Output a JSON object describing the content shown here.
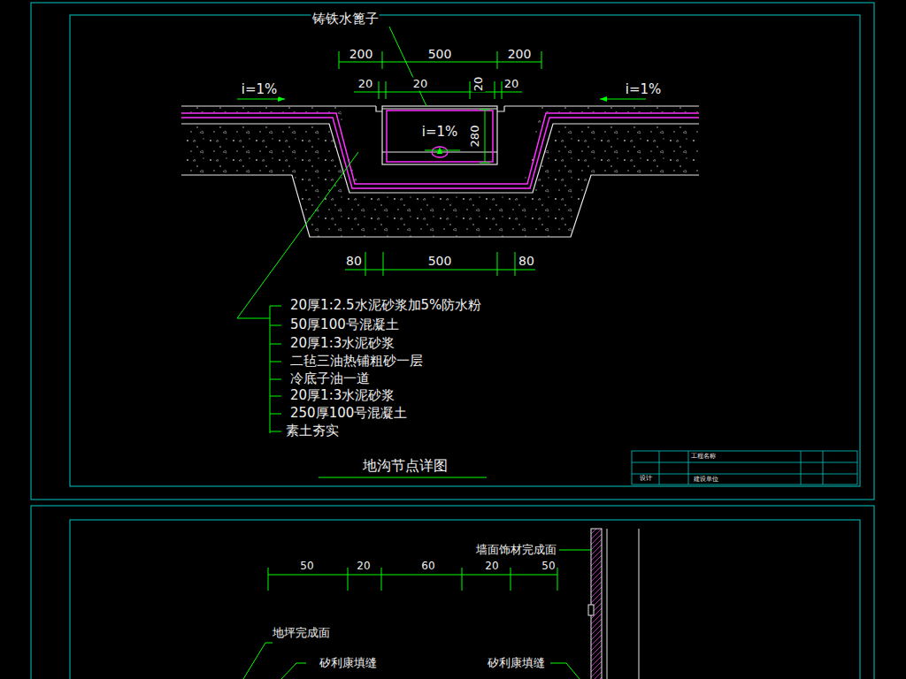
{
  "diagram": {
    "title": "地沟节点详图",
    "labels": [
      "铸铁水篦子",
      "200",
      "500",
      "200",
      "20",
      "20",
      "20",
      "20",
      "i=1%",
      "i=1%",
      "i=1%",
      "280",
      "80",
      "500",
      "80",
      "20厚1:2.5水泥砂浆加5%防水粉",
      "50厚100号混凝土",
      "20厚1:3水泥砂浆",
      "二毡三油热铺粗砂一层",
      "冷底子油一道",
      "20厚1:3水泥砂浆",
      "250厚100号混凝土",
      "素土夯实",
      "工程名称",
      "设计",
      "建设单位",
      "墙面饰材完成面",
      "50",
      "20",
      "60",
      "20",
      "50",
      "地坪完成面",
      "矽利康填缝",
      "矽利康填缝"
    ]
  }
}
